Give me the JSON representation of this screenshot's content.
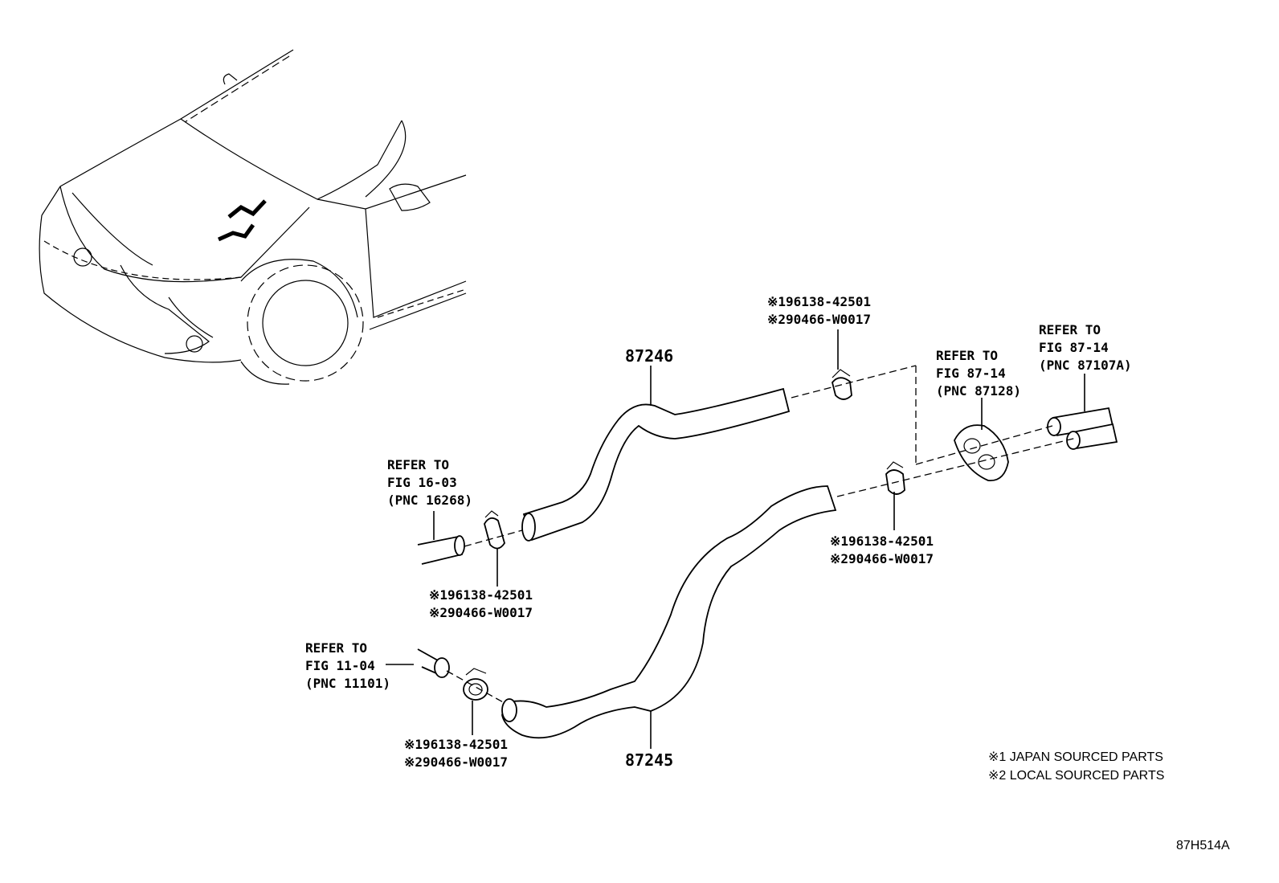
{
  "parts": {
    "upper_hose": "87246",
    "lower_hose": "87245"
  },
  "refs": [
    {
      "line1": "REFER TO",
      "line2": "FIG 16-03",
      "line3": "(PNC 16268)"
    },
    {
      "line1": "REFER TO",
      "line2": "FIG 11-04",
      "line3": "(PNC 11101)"
    },
    {
      "line1": "REFER TO",
      "line2": "FIG 87-14",
      "line3": "(PNC 87128)"
    },
    {
      "line1": "REFER TO",
      "line2": "FIG 87-14",
      "line3": "(PNC 87107A)"
    }
  ],
  "clamps": [
    {
      "a": "※196138-42501",
      "b": "※290466-W0017"
    },
    {
      "a": "※196138-42501",
      "b": "※290466-W0017"
    },
    {
      "a": "※196138-42501",
      "b": "※290466-W0017"
    },
    {
      "a": "※196138-42501",
      "b": "※290466-W0017"
    }
  ],
  "legend": {
    "note1": "※1 JAPAN SOURCED PARTS",
    "note2": "※2 LOCAL SOURCED PARTS"
  },
  "figure_code": "87H514A"
}
